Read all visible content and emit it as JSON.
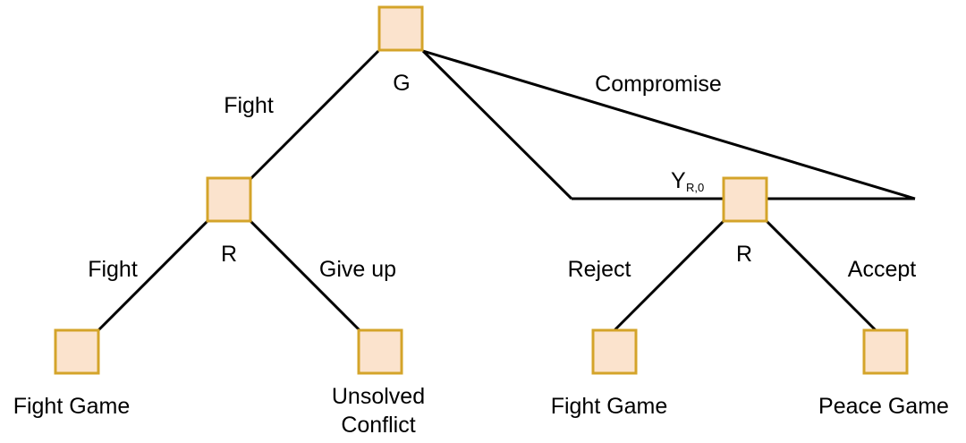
{
  "colors": {
    "node_fill": "#fbe3cd",
    "node_border": "#d4a42a",
    "edge": "#000000",
    "text": "#000000"
  },
  "nodes": {
    "root_label": "G",
    "r_left_label": "R",
    "r_right_label": "R"
  },
  "edges": {
    "root_fight": "Fight",
    "root_compromise": "Compromise",
    "left_fight": "Fight",
    "left_give_up": "Give up",
    "right_reject": "Reject",
    "right_accept": "Accept"
  },
  "offer": {
    "symbol": "Y",
    "subscript": "R,0"
  },
  "outcomes": {
    "fight_game_left": "Fight Game",
    "unsolved_line1": "Unsolved",
    "unsolved_line2": "Conflict",
    "fight_game_right": "Fight Game",
    "peace_game": "Peace Game"
  }
}
